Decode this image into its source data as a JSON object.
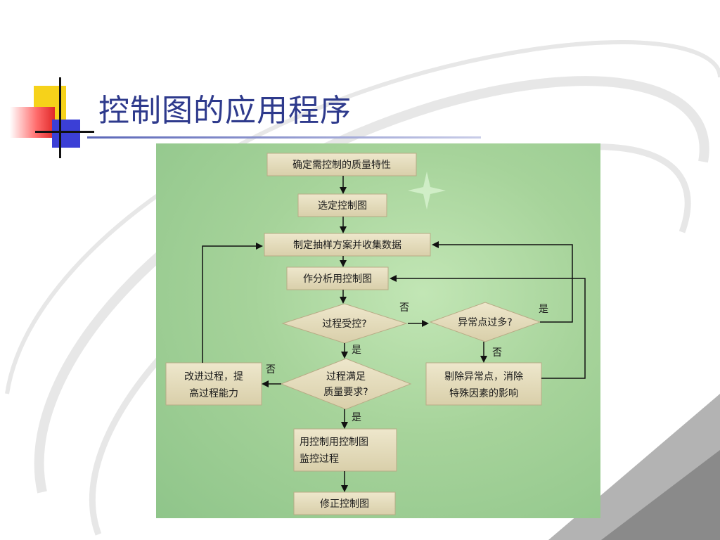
{
  "slide": {
    "title": "控制图的应用程序",
    "colors": {
      "title": "#2e3a8c",
      "box": "#e3dbbd",
      "box_border": "#b8ab86",
      "panel": "#a6d39a"
    }
  },
  "flowchart": {
    "nodes": {
      "n1": "确定需控制的质量特性",
      "n2": "选定控制图",
      "n3": "制定抽样方案并收集数据",
      "n4": "作分析用控制图",
      "d1": "过程受控?",
      "d2": "异常点过多?",
      "n5": "剔除异常点，消除",
      "n5b": "特殊因素的影响",
      "d3a": "过程满足",
      "d3b": "质量要求?",
      "n6a": "改进过程，提",
      "n6b": "高过程能力",
      "n7a": "用控制用控制图",
      "n7b": "监控过程",
      "n8": "修正控制图"
    },
    "edge_labels": {
      "d1_no": "否",
      "d1_yes": "是",
      "d2_yes": "是",
      "d2_no": "否",
      "d3_no": "否",
      "d3_yes": "是"
    }
  }
}
